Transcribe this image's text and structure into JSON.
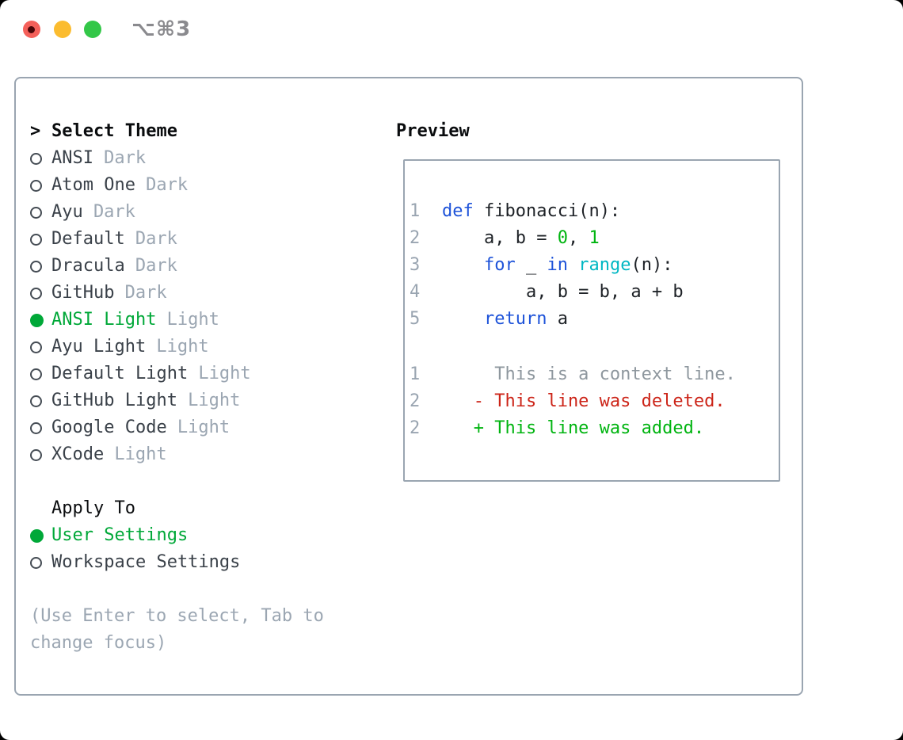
{
  "window": {
    "title": "⌥⌘3",
    "traffic_lights": {
      "close": "red-with-dot",
      "minimize": "yellow",
      "zoom": "green"
    }
  },
  "theme_picker": {
    "header": {
      "prompt": ">",
      "label": "Select Theme"
    },
    "items": [
      {
        "marker": "radio-off",
        "label": "ANSI",
        "variant": "Dark",
        "selected": false
      },
      {
        "marker": "radio-off",
        "label": "Atom One",
        "variant": "Dark",
        "selected": false
      },
      {
        "marker": "radio-off",
        "label": "Ayu",
        "variant": "Dark",
        "selected": false
      },
      {
        "marker": "radio-off",
        "label": "Default",
        "variant": "Dark",
        "selected": false
      },
      {
        "marker": "radio-off",
        "label": "Dracula",
        "variant": "Dark",
        "selected": false
      },
      {
        "marker": "radio-off",
        "label": "GitHub",
        "variant": "Dark",
        "selected": false
      },
      {
        "marker": "radio-on",
        "label": "ANSI Light",
        "variant": "Light",
        "selected": true
      },
      {
        "marker": "radio-off",
        "label": "Ayu Light",
        "variant": "Light",
        "selected": false
      },
      {
        "marker": "radio-off",
        "label": "Default Light",
        "variant": "Light",
        "selected": false
      },
      {
        "marker": "radio-off",
        "label": "GitHub Light",
        "variant": "Light",
        "selected": false
      },
      {
        "marker": "radio-off",
        "label": "Google Code",
        "variant": "Light",
        "selected": false
      },
      {
        "marker": "radio-off",
        "label": "XCode",
        "variant": "Light",
        "selected": false
      }
    ],
    "apply_to": {
      "label": "Apply To",
      "options": [
        {
          "marker": "radio-on",
          "label": "User Settings",
          "selected": true
        },
        {
          "marker": "radio-off",
          "label": "Workspace Settings",
          "selected": false
        }
      ]
    },
    "help": "(Use Enter to select, Tab to change focus)"
  },
  "preview": {
    "title": "Preview",
    "code": [
      {
        "num": "1",
        "segments": [
          {
            "c": "kw",
            "t": "def"
          },
          {
            "c": "plain",
            "t": " fibonacci(n):"
          }
        ]
      },
      {
        "num": "2",
        "segments": [
          {
            "c": "plain",
            "t": "    a, b = "
          },
          {
            "c": "green",
            "t": "0"
          },
          {
            "c": "plain",
            "t": ", "
          },
          {
            "c": "green",
            "t": "1"
          }
        ]
      },
      {
        "num": "3",
        "segments": [
          {
            "c": "plain",
            "t": "    "
          },
          {
            "c": "kw",
            "t": "for"
          },
          {
            "c": "plain",
            "t": " _ "
          },
          {
            "c": "kw",
            "t": "in"
          },
          {
            "c": "plain",
            "t": " "
          },
          {
            "c": "fn",
            "t": "range"
          },
          {
            "c": "plain",
            "t": "(n):"
          }
        ]
      },
      {
        "num": "4",
        "segments": [
          {
            "c": "plain",
            "t": "        a, b = b, a + b"
          }
        ]
      },
      {
        "num": "5",
        "segments": [
          {
            "c": "plain",
            "t": "    "
          },
          {
            "c": "kw",
            "t": "return"
          },
          {
            "c": "plain",
            "t": " a"
          }
        ]
      }
    ],
    "diff": [
      {
        "num": "1",
        "c": "ctx",
        "t": "     This is a context line."
      },
      {
        "num": "2",
        "c": "del",
        "t": "   - This line was deleted."
      },
      {
        "num": "2",
        "c": "add",
        "t": "   + This line was added."
      }
    ]
  },
  "colors": {
    "accent_green": "#00a838",
    "keyword_blue": "#1e53d9",
    "builtin_cyan": "#00b7c3",
    "number_green": "#00b410",
    "deleted_red": "#cc2418",
    "added_green": "#00b410",
    "muted_gray": "#9ba6b2",
    "border_gray": "#9aa5b1",
    "traffic_red": "#f4605a",
    "traffic_yellow": "#fbbc2f",
    "traffic_green": "#33c748"
  }
}
